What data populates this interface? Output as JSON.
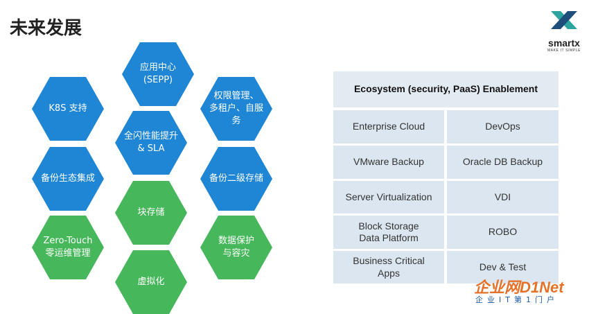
{
  "title": "未来发展",
  "logo": {
    "name": "smartx",
    "tagline": "MAKE IT SIMPLE",
    "icon": "smartx-x-logo"
  },
  "hexagons": [
    {
      "id": "sepp",
      "text": "应用中心\n(SEPP)",
      "color": "blue"
    },
    {
      "id": "k8s",
      "text": "K8S 支持",
      "color": "blue"
    },
    {
      "id": "rbac",
      "text": "权限管理、\n多租户、自服\n务",
      "color": "blue"
    },
    {
      "id": "flash",
      "text": "全闪性能提升\n& SLA",
      "color": "blue"
    },
    {
      "id": "backup-eco",
      "text": "备份生态集成",
      "color": "blue"
    },
    {
      "id": "backup-storage",
      "text": "备份二级存储",
      "color": "blue"
    },
    {
      "id": "block",
      "text": "块存储",
      "color": "green"
    },
    {
      "id": "zero-touch",
      "text": "Zero-Touch\n零运维管理",
      "color": "green"
    },
    {
      "id": "data-protect",
      "text": "数据保护\n与容灾",
      "color": "green"
    },
    {
      "id": "virtualization",
      "text": "虚拟化",
      "color": "green"
    }
  ],
  "colors": {
    "blue": "#1f86d6",
    "green": "#46b75a",
    "cell": "#dbe6f0"
  },
  "table": {
    "header": "Ecosystem (security, PaaS) Enablement",
    "rows": [
      [
        "Enterprise Cloud",
        "DevOps"
      ],
      [
        "VMware  Backup",
        "Oracle DB Backup"
      ],
      [
        "Server Virtualization",
        "VDI"
      ],
      [
        "Block Storage\nData Platform",
        "ROBO"
      ],
      [
        "Business Critical\nApps",
        "Dev & Test"
      ]
    ]
  },
  "watermark": {
    "text": "企业网D1Net",
    "sub": "企业IT第1门户"
  }
}
